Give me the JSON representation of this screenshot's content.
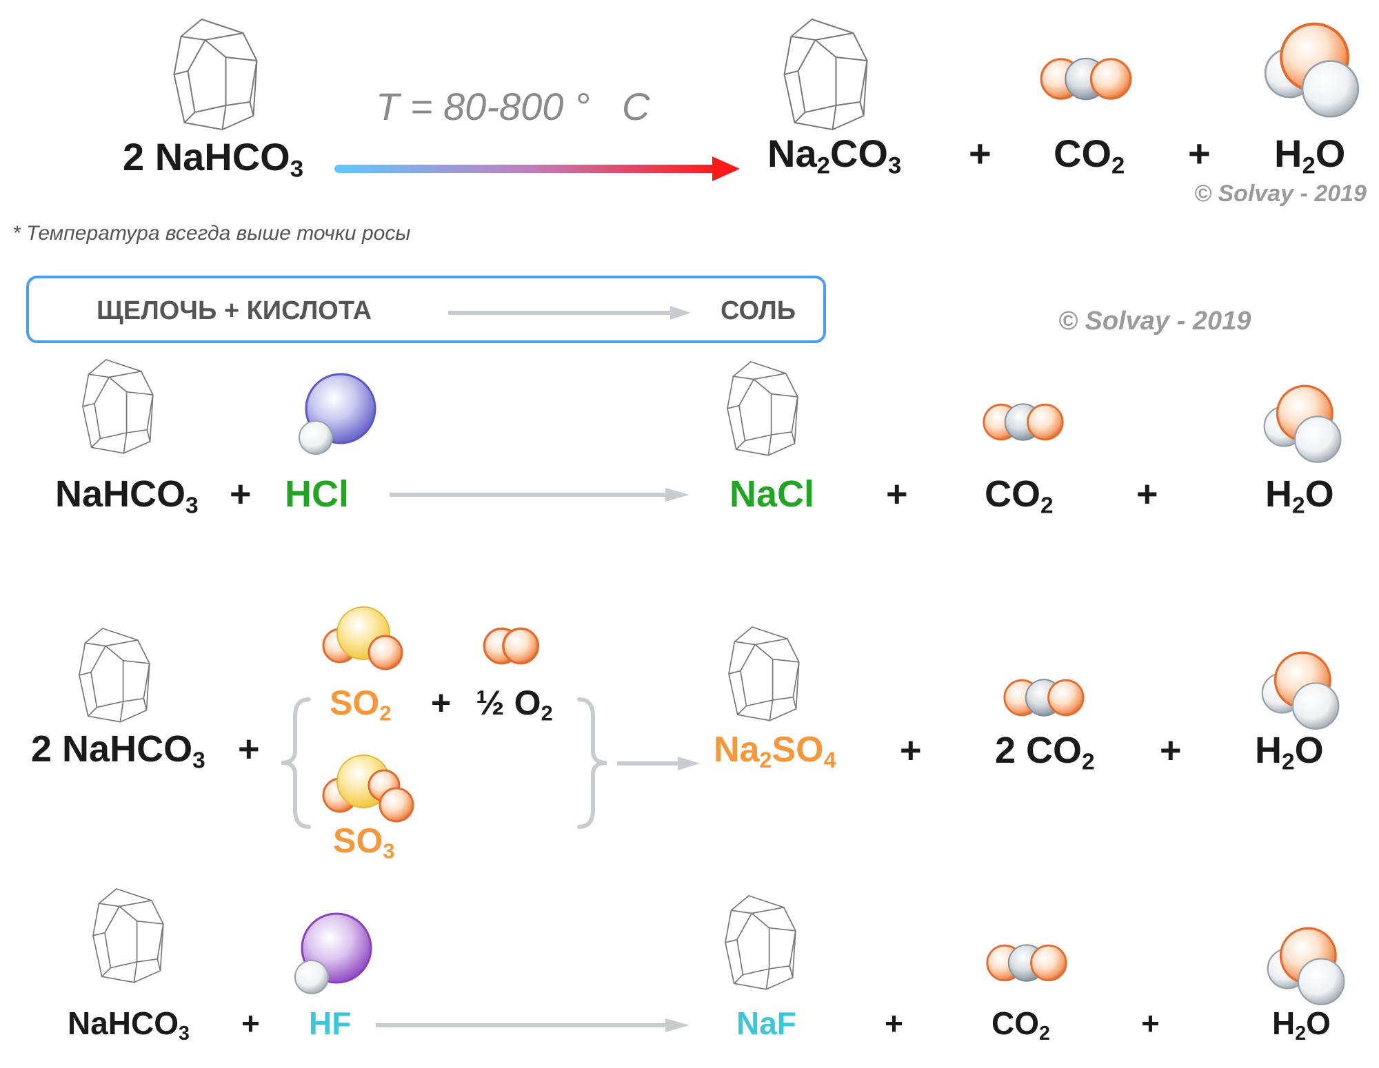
{
  "colors": {
    "green": "#22a424",
    "orange": "#f5973a",
    "cyan": "#3cc6d8",
    "grey_text": "#555555",
    "box_border": "#4a9df5",
    "arrow_grey": "#c8cbd0"
  },
  "reaction1": {
    "reactant": {
      "coef": "2 ",
      "base": "NaHCO",
      "sub": "3"
    },
    "condition": "T = 80-800 °   C",
    "product1": {
      "base1": "Na",
      "sub1": "2",
      "base2": "CO",
      "sub2": "3"
    },
    "plus": "+",
    "product2": {
      "base": "CO",
      "sub": "2"
    },
    "product3": {
      "base1": "H",
      "sub1": "2",
      "base2": "O"
    },
    "copyright": "© Solvay - 2019"
  },
  "footnote": "* Температура всегда выше точки росы",
  "header": {
    "left": "ЩЕЛОЧЬ + КИСЛОТА",
    "right": "СОЛЬ",
    "copyright": "© Solvay - 2019"
  },
  "reaction2": {
    "reactant1": {
      "base": "NaHCO",
      "sub": "3"
    },
    "plus": "+",
    "acid": "HCl",
    "salt": "NaCl",
    "co2": {
      "base": "CO",
      "sub": "2"
    },
    "water": {
      "base1": "H",
      "sub1": "2",
      "base2": "O"
    }
  },
  "reaction3": {
    "reactant1": {
      "coef": "2 ",
      "base": "NaHCO",
      "sub": "3"
    },
    "plus": "+",
    "so2": {
      "base": "SO",
      "sub": "2"
    },
    "o2": {
      "frac": "½ ",
      "base": "O",
      "sub": "2"
    },
    "so3": {
      "base": "SO",
      "sub": "3"
    },
    "salt": {
      "base1": "Na",
      "sub1": "2",
      "base2": "SO",
      "sub2": "4"
    },
    "co2": {
      "coef": "2 ",
      "base": "CO",
      "sub": "2"
    },
    "water": {
      "base1": "H",
      "sub1": "2",
      "base2": "O"
    }
  },
  "reaction4": {
    "reactant1": {
      "base": "NaHCO",
      "sub": "3"
    },
    "plus": "+",
    "acid": "HF",
    "salt": "NaF",
    "co2": {
      "base": "CO",
      "sub": "2"
    },
    "water": {
      "base1": "H",
      "sub1": "2",
      "base2": "O"
    }
  }
}
